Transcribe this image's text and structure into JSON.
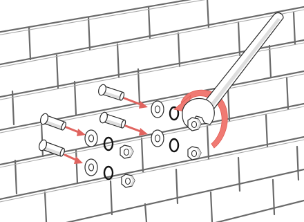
{
  "diagram": {
    "kind": "exploded-assembly-illustration",
    "colors": {
      "background": "#ffffff",
      "brick_lines": "#6a6a6a",
      "part_outline": "#2a2a2a",
      "lock_ring": "#111111",
      "direction_arrows": "#e0645f",
      "rotation_arrow": "#f07a73"
    },
    "parts": {
      "bolts": 4,
      "flat_washers": 4,
      "lock_rings": 4,
      "hex_nuts": 4,
      "wrench": 1
    },
    "icons": [
      "bolt-icon",
      "flat-washer-icon",
      "lock-ring-icon",
      "hex-nut-icon",
      "open-end-wrench-icon",
      "insertion-arrow-icon",
      "clockwise-rotation-arrow-icon"
    ]
  }
}
